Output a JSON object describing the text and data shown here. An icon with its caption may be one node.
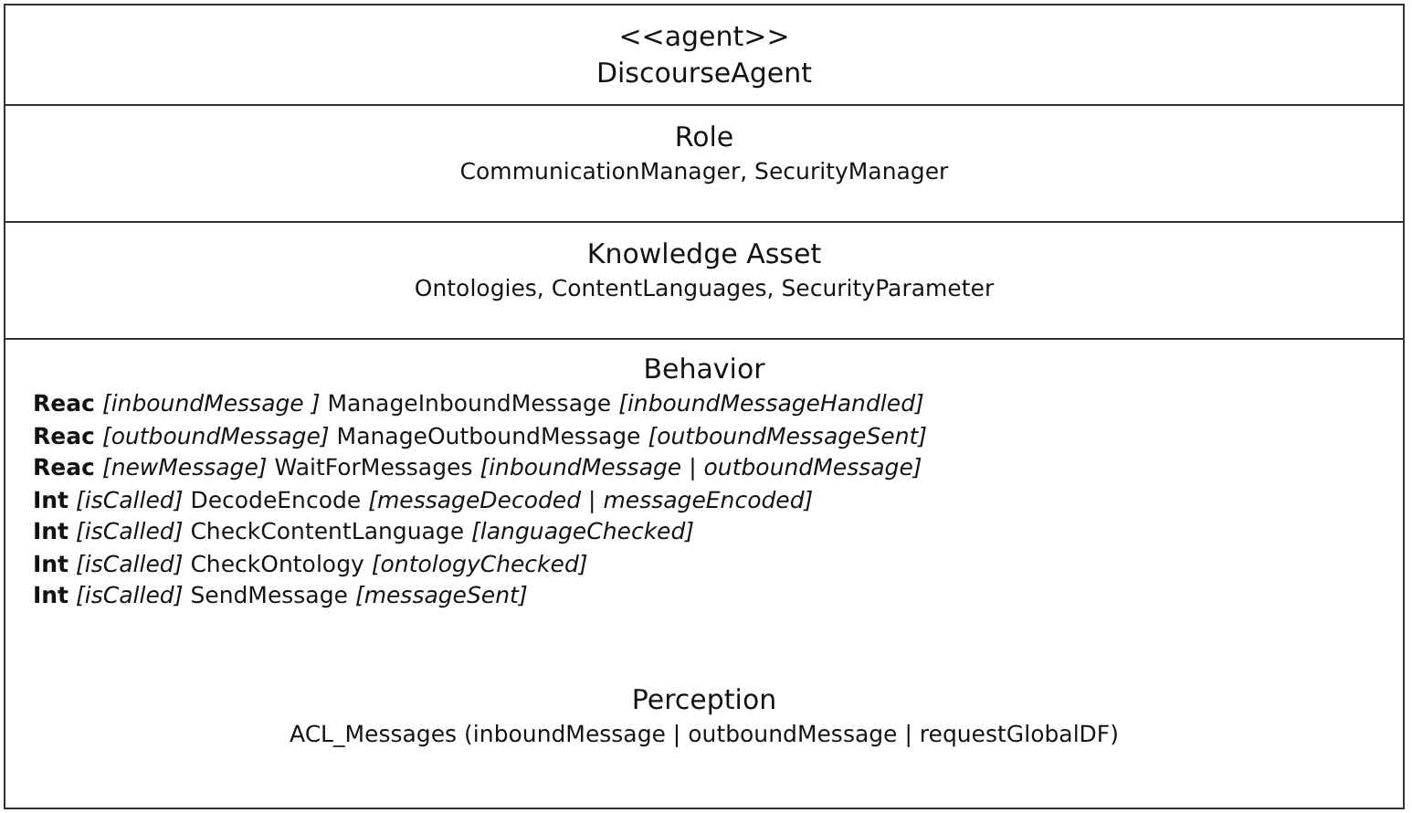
{
  "diagram": {
    "nodes": [
      {
        "text": [
          "<<agent>>",
          "DiscourseAgent"
        ]
      },
      {
        "text": [
          "Role",
          "CommunicationManager, SecurityManager"
        ]
      },
      {
        "text": [
          "Knowledge Asset",
          "Ontologies, ContentLanguages, SecurityParameter"
        ]
      },
      {
        "text": [
          "Behavior",
          "**Reac** *[inboundMessage ]* ManageInboundMessage *[inboundMessageHandled]*",
          "**Reac** *[outboundMessage]* ManageOutboundMessage *[outboundMessageSent]*",
          "**Reac** *[newMessage]* WaitForMessages *[inboundMessage* | *outboundMessage]*",
          "**Int** *[isCalled]* DecodeEncode *[messageDecoded* | *messageEncoded]*",
          "**Int** *[isCalled]* CheckContentLanguage *[languageChecked]*",
          "**Int** *[isCalled]* CheckOntology *[ontologyChecked]*",
          "**Int** *[isCalled]* SendMessage *[messageSent]*"
        ]
      },
      {
        "text": [
          "Perception",
          "ACL_Messages (inboundMessage | outboundMessage | requestGlobalDF)"
        ]
      }
    ]
  }
}
